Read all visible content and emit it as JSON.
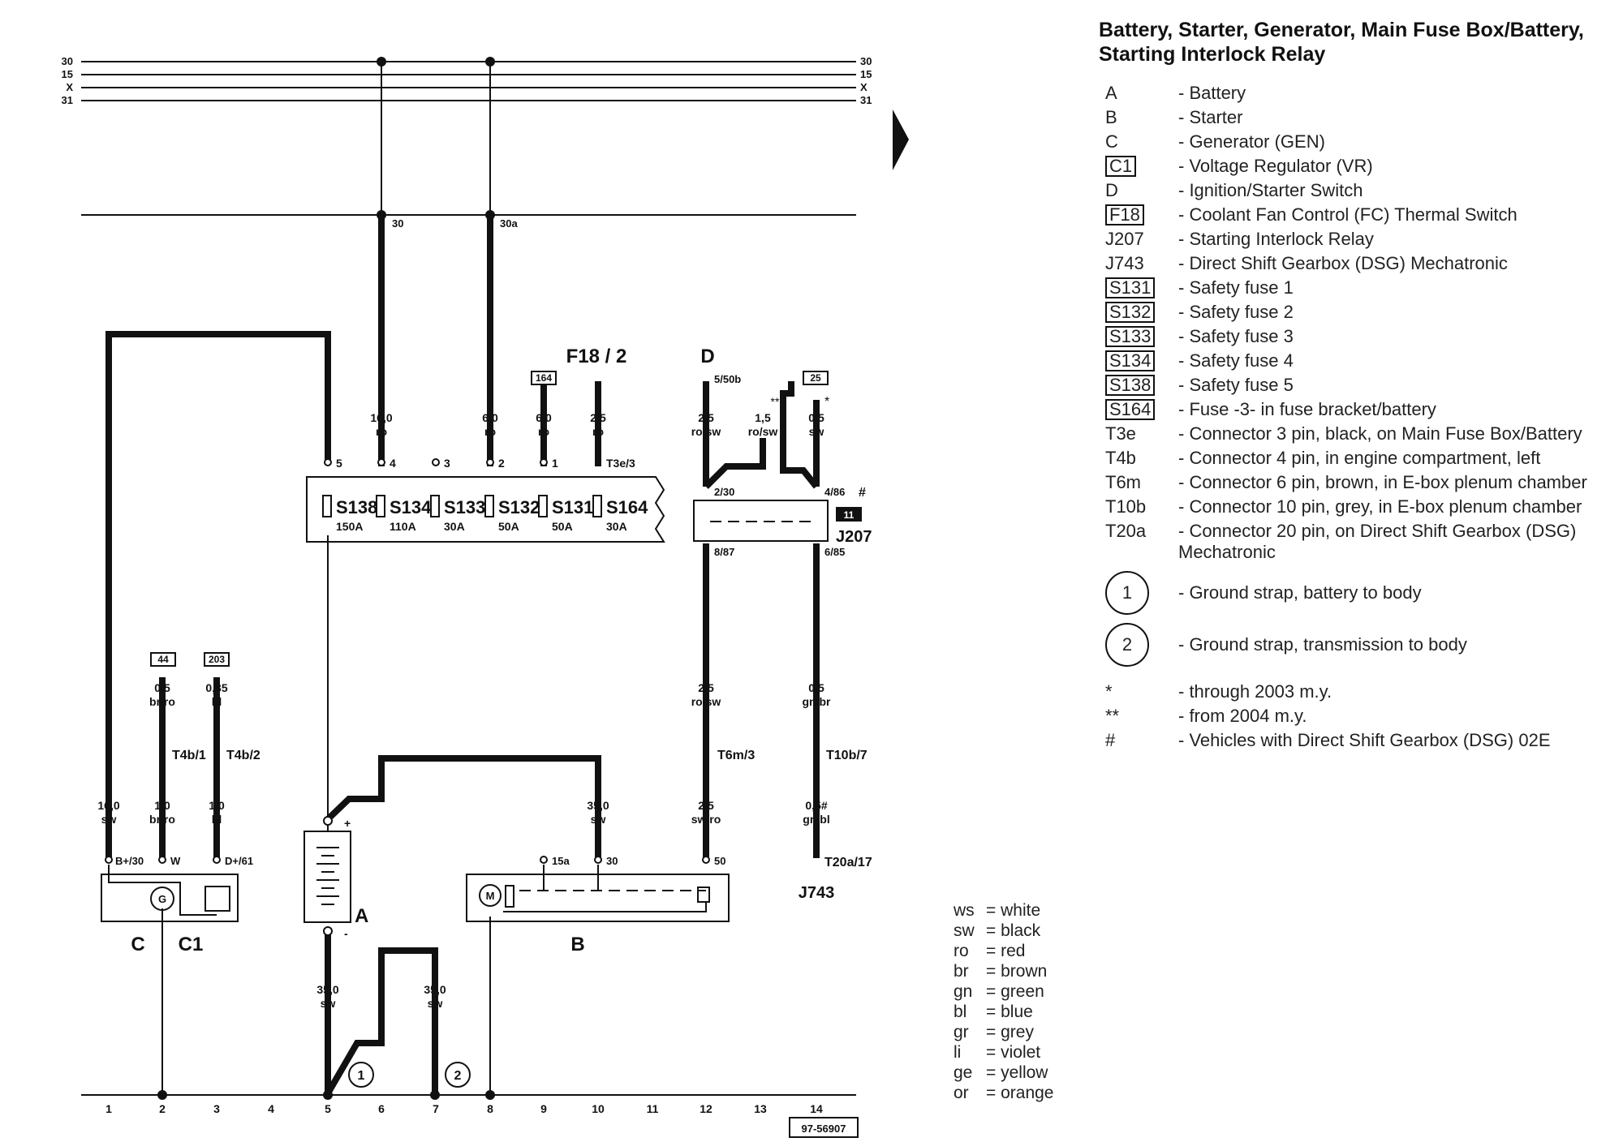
{
  "title": "Battery, Starter, Generator, Main Fuse Box/Battery, Starting Interlock Relay",
  "figure_number": "97-56907",
  "bus_lines": [
    "30",
    "15",
    "X",
    "31"
  ],
  "grid_numbers": [
    "1",
    "2",
    "3",
    "4",
    "5",
    "6",
    "7",
    "8",
    "9",
    "10",
    "11",
    "12",
    "13",
    "14"
  ],
  "components": {
    "A": "A",
    "B": "B",
    "C": "C",
    "C1": "C1",
    "D": "D",
    "F18": "F18 / 2",
    "J207": "J207",
    "J743": "J743"
  },
  "fuses": [
    {
      "name": "S138",
      "rating": "150A",
      "pin": "5"
    },
    {
      "name": "S134",
      "rating": "110A",
      "pin": "4"
    },
    {
      "name": "S133",
      "rating": "30A",
      "pin": "3"
    },
    {
      "name": "S132",
      "rating": "50A",
      "pin": "2"
    },
    {
      "name": "S131",
      "rating": "50A",
      "pin": "1"
    },
    {
      "name": "S164",
      "rating": "30A",
      "pin": "T3e/3"
    }
  ],
  "bus_taps": [
    "30",
    "30a"
  ],
  "wire_labels": [
    {
      "size": "16,0",
      "color": "ro"
    },
    {
      "size": "6,0",
      "color": "ro"
    },
    {
      "size": "6,0",
      "color": "ro"
    },
    {
      "size": "2,5",
      "color": "ro"
    },
    {
      "size": "2,5",
      "color": "ro/sw"
    },
    {
      "size": "1,5",
      "color": "ro/sw"
    },
    {
      "size": "0,5",
      "color": "sw"
    },
    {
      "size": "2,5",
      "color": "ro/sw"
    },
    {
      "size": "0,5",
      "color": "gn/br"
    },
    {
      "size": "0,5",
      "color": "br/ro"
    },
    {
      "size": "0,35",
      "color": "bl"
    },
    {
      "size": "16,0",
      "color": "sw"
    },
    {
      "size": "1,0",
      "color": "br/ro"
    },
    {
      "size": "1,0",
      "color": "bl"
    },
    {
      "size": "35,0",
      "color": "sw"
    },
    {
      "size": "2,5",
      "color": "sw/ro"
    },
    {
      "size": "0,5#",
      "color": "gn/bl"
    },
    {
      "size": "35,0",
      "color": "sw"
    },
    {
      "size": "35,0",
      "color": "sw"
    }
  ],
  "connectors": [
    "T4b/1",
    "T4b/2",
    "T6m/3",
    "T10b/7",
    "T20a/17"
  ],
  "pins": {
    "relay": [
      "2/30",
      "4/86",
      "8/87",
      "6/85"
    ],
    "gen": [
      "B+/30",
      "W",
      "D+/61"
    ],
    "starter": [
      "15a",
      "30",
      "50"
    ],
    "d": "5/50b",
    "batt_pos": "+",
    "batt_neg": "-"
  },
  "ref_boxes": [
    "164",
    "25",
    "44",
    "203",
    "11"
  ],
  "marks": {
    "dstar": "**",
    "star": "*",
    "hash": "#",
    "g": "G",
    "m": "M"
  },
  "ground_refs": [
    "1",
    "2"
  ],
  "legend": [
    {
      "code": "A",
      "boxed": false,
      "desc": "- Battery"
    },
    {
      "code": "B",
      "boxed": false,
      "desc": "- Starter"
    },
    {
      "code": "C",
      "boxed": false,
      "desc": "- Generator (GEN)"
    },
    {
      "code": "C1",
      "boxed": true,
      "desc": "- Voltage Regulator (VR)"
    },
    {
      "code": "D",
      "boxed": false,
      "desc": "- Ignition/Starter Switch"
    },
    {
      "code": "F18",
      "boxed": true,
      "desc": "- Coolant Fan Control (FC) Thermal Switch"
    },
    {
      "code": "J207",
      "boxed": false,
      "desc": "- Starting Interlock Relay"
    },
    {
      "code": "J743",
      "boxed": false,
      "desc": "- Direct Shift Gearbox (DSG) Mechatronic"
    },
    {
      "code": "S131",
      "boxed": true,
      "desc": "- Safety fuse 1"
    },
    {
      "code": "S132",
      "boxed": true,
      "desc": "- Safety fuse 2"
    },
    {
      "code": "S133",
      "boxed": true,
      "desc": "- Safety fuse 3"
    },
    {
      "code": "S134",
      "boxed": true,
      "desc": "- Safety fuse 4"
    },
    {
      "code": "S138",
      "boxed": true,
      "desc": "- Safety fuse 5"
    },
    {
      "code": "S164",
      "boxed": true,
      "desc": "- Fuse -3- in fuse bracket/battery"
    },
    {
      "code": "T3e",
      "boxed": false,
      "desc": "- Connector 3 pin, black, on Main Fuse Box/Battery"
    },
    {
      "code": "T4b",
      "boxed": false,
      "desc": "- Connector 4 pin, in engine compartment, left"
    },
    {
      "code": "T6m",
      "boxed": false,
      "desc": "- Connector 6 pin, brown, in E-box plenum chamber"
    },
    {
      "code": "T10b",
      "boxed": false,
      "desc": "- Connector 10 pin, grey, in E-box plenum chamber"
    },
    {
      "code": "T20a",
      "boxed": false,
      "desc": "- Connector 20 pin, on Direct Shift Gearbox (DSG) Mechatronic"
    }
  ],
  "grounds": [
    {
      "code": "1",
      "desc": "- Ground strap, battery to body"
    },
    {
      "code": "2",
      "desc": "- Ground strap, transmission to body"
    }
  ],
  "notes": [
    {
      "code": "*",
      "desc": "- through 2003 m.y."
    },
    {
      "code": "**",
      "desc": "- from 2004 m.y."
    },
    {
      "code": "#",
      "desc": "- Vehicles with Direct Shift Gearbox (DSG) 02E"
    }
  ],
  "color_key": [
    {
      "abbr": "ws",
      "name": "= white"
    },
    {
      "abbr": "sw",
      "name": "= black"
    },
    {
      "abbr": "ro",
      "name": "= red"
    },
    {
      "abbr": "br",
      "name": "= brown"
    },
    {
      "abbr": "gn",
      "name": "= green"
    },
    {
      "abbr": "bl",
      "name": "= blue"
    },
    {
      "abbr": "gr",
      "name": "= grey"
    },
    {
      "abbr": "li",
      "name": "= violet"
    },
    {
      "abbr": "ge",
      "name": "= yellow"
    },
    {
      "abbr": "or",
      "name": "= orange"
    }
  ]
}
